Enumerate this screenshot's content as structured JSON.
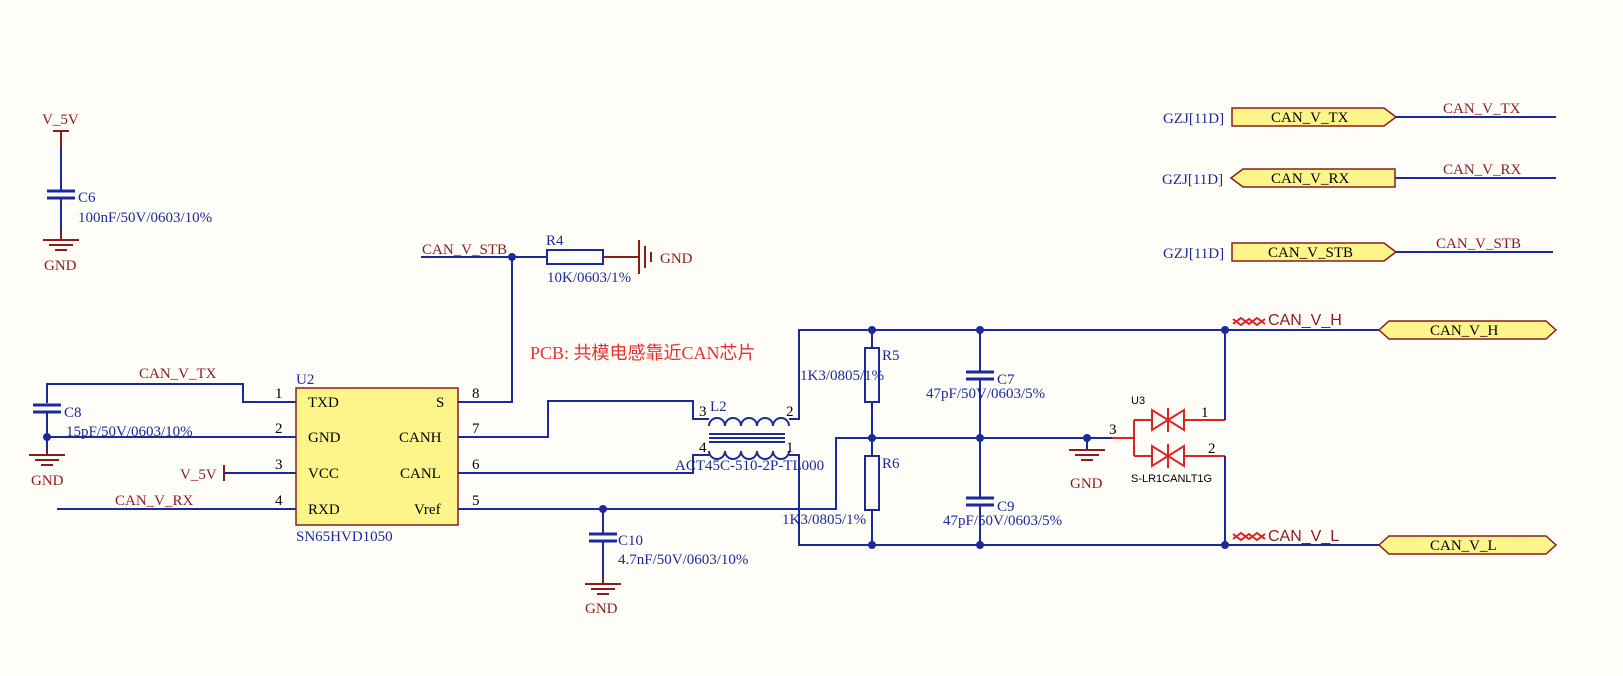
{
  "nets": {
    "v5v_top": "V_5V",
    "gnd": "GND",
    "can_v_stb": "CAN_V_STB",
    "can_v_tx": "CAN_V_TX",
    "can_v_rx": "CAN_V_RX",
    "v5v_pin": "V_5V",
    "can_v_h": "CAN_V_H",
    "can_v_l": "CAN_V_L"
  },
  "note": "PCB: 共模电感靠近CAN芯片",
  "components": {
    "c6": {
      "ref": "C6",
      "value": "100nF/50V/0603/10%"
    },
    "c8": {
      "ref": "C8",
      "value": "15pF/50V/0603/10%"
    },
    "c10": {
      "ref": "C10",
      "value": "4.7nF/50V/0603/10%"
    },
    "c7": {
      "ref": "C7",
      "value": "47pF/50V/0603/5%"
    },
    "c9": {
      "ref": "C9",
      "value": "47pF/50V/0603/5%"
    },
    "r4": {
      "ref": "R4",
      "value": "10K/0603/1%"
    },
    "r5": {
      "ref": "R5",
      "value": "1K3/0805/1%"
    },
    "r6": {
      "ref": "R6",
      "value": "1K3/0805/1%"
    },
    "l2": {
      "ref": "L2",
      "value": "ACT45C-510-2P-TL000",
      "pins": [
        "3",
        "2",
        "4",
        "1"
      ]
    },
    "u2": {
      "ref": "U2",
      "part": "SN65HVD1050",
      "left_pins": [
        {
          "num": "1",
          "name": "TXD"
        },
        {
          "num": "2",
          "name": "GND"
        },
        {
          "num": "3",
          "name": "VCC"
        },
        {
          "num": "4",
          "name": "RXD"
        }
      ],
      "right_pins": [
        {
          "num": "8",
          "name": "S"
        },
        {
          "num": "7",
          "name": "CANH"
        },
        {
          "num": "6",
          "name": "CANL"
        },
        {
          "num": "5",
          "name": "Vref"
        }
      ]
    },
    "u3": {
      "ref": "U3",
      "part": "S-LR1CANLT1G",
      "pins": [
        "3",
        "1",
        "2"
      ]
    }
  },
  "ports": [
    {
      "ref": "GZJ[11D]",
      "label": "CAN_V_TX",
      "net": "CAN_V_TX"
    },
    {
      "ref": "GZJ[11D]",
      "label": "CAN_V_RX",
      "net": "CAN_V_RX"
    },
    {
      "ref": "GZJ[11D]",
      "label": "CAN_V_STB",
      "net": "CAN_V_STB"
    },
    {
      "label": "CAN_V_H"
    },
    {
      "label": "CAN_V_L"
    }
  ],
  "colors": {
    "wire": "#1b2a9a",
    "power": "#8a1c1c",
    "port_fill": "#fdf48a",
    "note": "#e53030",
    "tvs": "#d22222"
  }
}
